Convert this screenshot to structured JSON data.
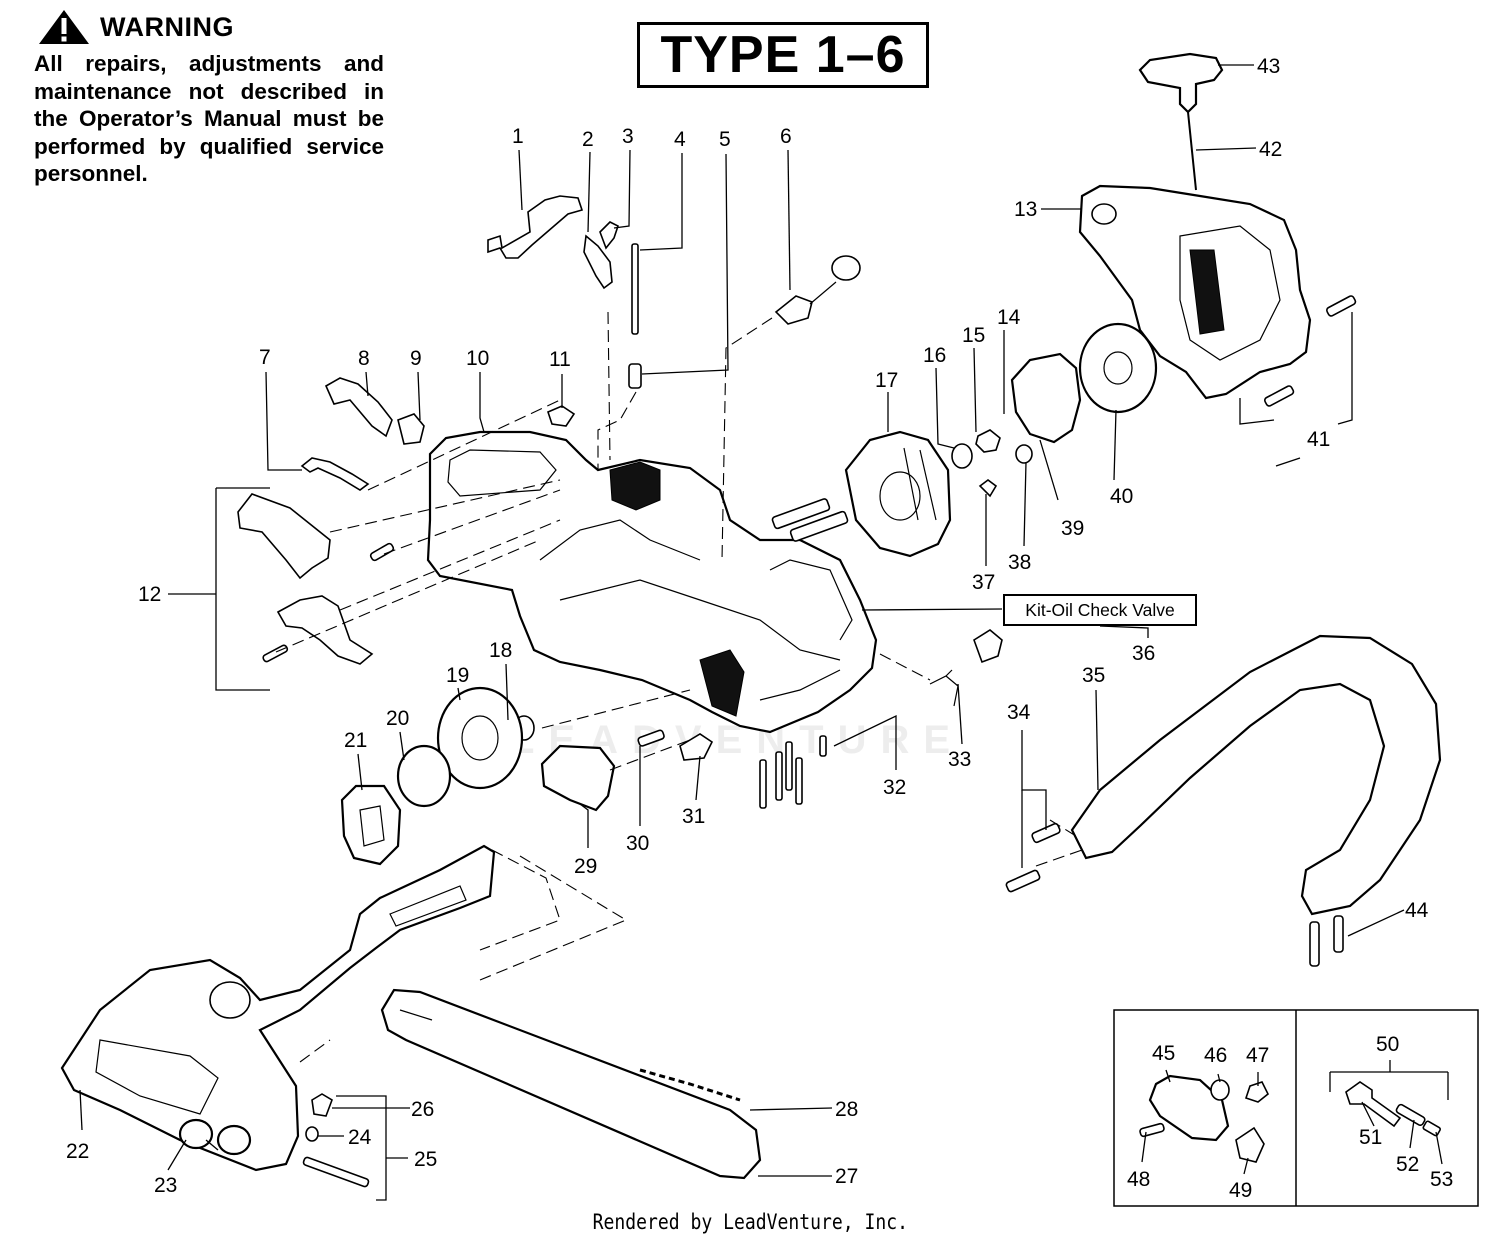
{
  "warning": {
    "title": "WARNING",
    "text": "All repairs, adjustments and maintenance not described in the Operator’s Manual must be performed by qualified service personnel."
  },
  "type_label": "TYPE 1–6",
  "kit_label": "Kit-Oil Check Valve",
  "watermark": "LEADVENTURE",
  "footer": "Rendered by LeadVenture, Inc.",
  "callouts": [
    "1",
    "2",
    "3",
    "4",
    "5",
    "6",
    "7",
    "8",
    "9",
    "10",
    "11",
    "12",
    "13",
    "14",
    "15",
    "16",
    "17",
    "18",
    "19",
    "20",
    "21",
    "22",
    "23",
    "24",
    "25",
    "26",
    "27",
    "28",
    "29",
    "30",
    "31",
    "32",
    "33",
    "34",
    "35",
    "36",
    "37",
    "38",
    "39",
    "40",
    "41",
    "42",
    "43",
    "44",
    "45",
    "46",
    "47",
    "48",
    "49",
    "50",
    "51",
    "52",
    "53"
  ]
}
